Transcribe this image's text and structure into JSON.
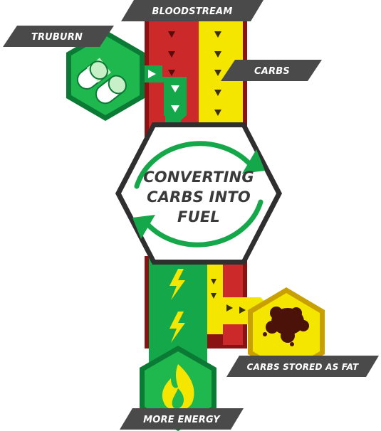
{
  "labels": {
    "bloodstream": "BLOODSTREAM",
    "truburn": "TRUBURN",
    "carbs": "CARBS",
    "center_line1": "CONVERTING",
    "center_line2": "CARBS INTO",
    "center_line3": "FUEL",
    "fat": "CARBS STORED AS FAT",
    "energy": "MORE ENERGY"
  },
  "icons": {
    "supplement": "pills-icon",
    "fat": "fat-blob-icon",
    "energy": "flame-icon",
    "cycle": "cycle-arrows-icon",
    "bolt": "lightning-icon"
  },
  "colors": {
    "red": "#cc2a2a",
    "dark_red": "#8a1212",
    "yellow": "#f5e600",
    "green": "#15a84a",
    "dark_green": "#0b7a34",
    "label_bg": "#4a4a4a",
    "fat_brown": "#4a1208"
  }
}
